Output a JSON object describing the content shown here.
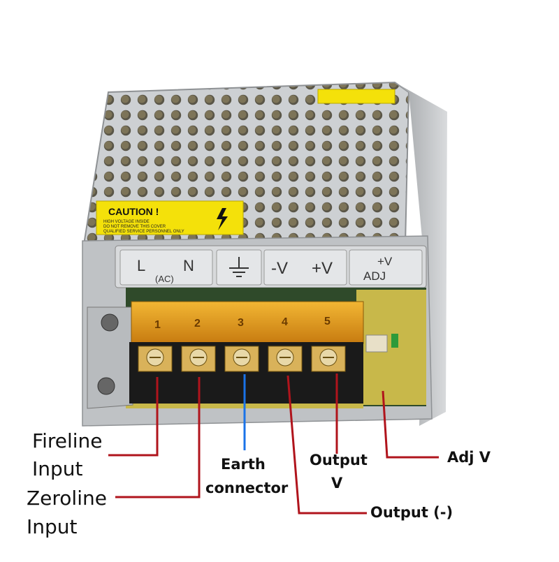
{
  "caution": {
    "title": "CAUTION !",
    "line1": "HIGH VOLTAGE INSIDE",
    "line2": "DO NOT REMOVE THIS COVER",
    "line3": "QUALIFIED SERVICE PERSONNEL ONLY"
  },
  "terminal_panel": {
    "l": "L",
    "n": "N",
    "ac": "(AC)",
    "minus_v": "-V",
    "plus_v": "+V",
    "adj_top": "+V",
    "adj_bottom": "ADJ"
  },
  "terminal_numbers": [
    "1",
    "2",
    "3",
    "4",
    "5"
  ],
  "labels": {
    "fireline_1": "Fireline",
    "fireline_2": "Input",
    "zeroline_1": "Zeroline",
    "zeroline_2": "Input",
    "earth_1": "Earth",
    "earth_2": "connector",
    "output_v_1": "Output",
    "output_v_2": "V",
    "output_neg": "Output (-)",
    "adj_v": "Adj V"
  },
  "colors": {
    "leader_red": "#b0141c",
    "leader_blue": "#1a73e8",
    "case_silver": "#c4c6c9",
    "caution_yellow": "#f4e10a",
    "terminal_amber": "#e69a1c",
    "terminal_black": "#1a1a1a",
    "pcb_green": "#c8b84a"
  }
}
